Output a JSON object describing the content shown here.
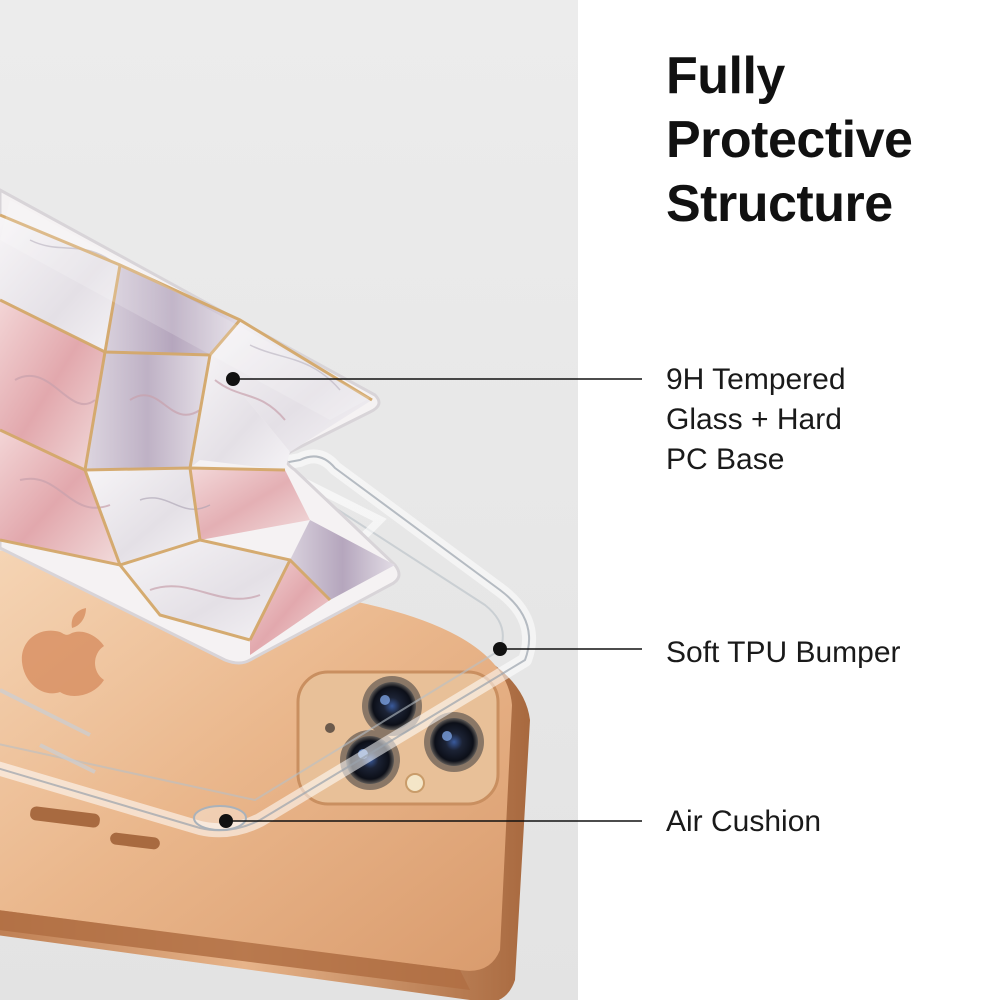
{
  "headline": {
    "line1": "Fully",
    "line2": "Protective",
    "line3": "Structure"
  },
  "callouts": [
    {
      "lines": [
        "9H Tempered",
        "Glass + Hard",
        "PC Base"
      ]
    },
    {
      "lines": [
        "Soft TPU Bumper"
      ]
    },
    {
      "lines": [
        "Air Cushion"
      ]
    }
  ],
  "colors": {
    "photo_background": "#e9e9e9",
    "right_panel": "#ffffff",
    "phone_gold": "#e9b586",
    "phone_frame": "#c98a5c",
    "marble_pink": "#e9c3c6",
    "marble_lilac": "#c9bfcf",
    "marble_white": "#f1eef1",
    "gold_lines": "#d4a86a",
    "text": "#111111"
  },
  "icons": [
    "apple-logo-icon",
    "camera-lens-icon"
  ]
}
